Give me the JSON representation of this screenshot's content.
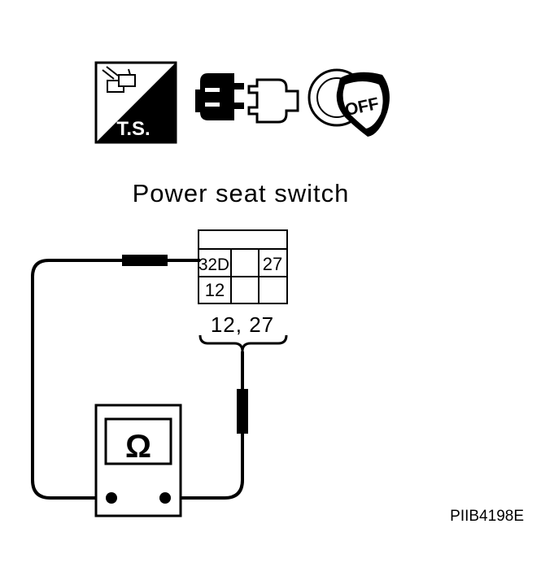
{
  "icons": {
    "test_sign": {
      "name": "test-sign-icon",
      "label": "T.S."
    },
    "connector": {
      "name": "disconnect-connector-icon"
    },
    "ignition_key": {
      "name": "ignition-off-icon",
      "label": "OFF"
    }
  },
  "title": "Power seat switch",
  "connector": {
    "code": "32D",
    "pins_row1": [
      "",
      "27"
    ],
    "pins_row2": [
      "12",
      "",
      ""
    ],
    "probe_pins_label": "12, 27"
  },
  "meter": {
    "symbol": "Ω",
    "icon_name": "ohmmeter-icon"
  },
  "figure_code": "PIIB4198E"
}
